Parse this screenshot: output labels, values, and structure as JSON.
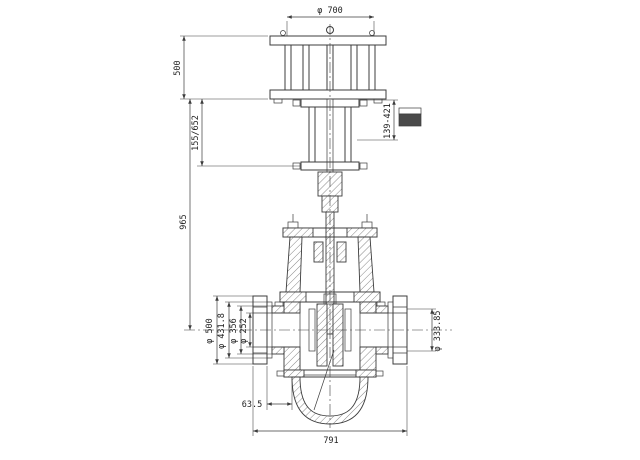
{
  "drawing": {
    "line_color": "#3c3c3c",
    "background": "#ffffff",
    "dims": {
      "top_flange_dia": "φ 700",
      "actuator_height": "500",
      "travel_range": "139-421",
      "stroke_range": "155/652",
      "center_height": "965",
      "flange_od": "φ 500",
      "raised_face_od": "φ 431.8",
      "pipe_od": "φ 356",
      "bore_dia": "φ 252",
      "right_port_dia": "φ 333.85",
      "cover_offset": "63.5",
      "face_to_face": "791"
    }
  }
}
